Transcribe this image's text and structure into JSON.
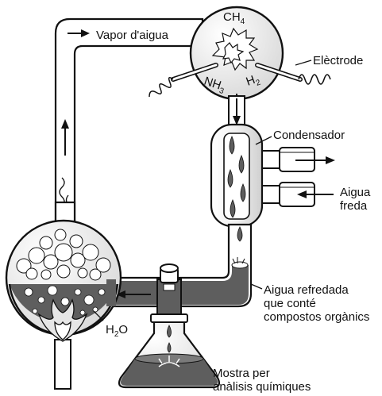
{
  "labels": {
    "vapor": "Vapor d'aigua",
    "ch4_main": "CH",
    "ch4_sub": "4",
    "nh3_main": "NH",
    "nh3_sub": "3",
    "h2_main": "H",
    "h2_sub": "2",
    "electrode": "Elèctrode",
    "condenser": "Condensador",
    "cold_water_line1": "Aigua",
    "cold_water_line2": "freda",
    "cooled_water_line1": "Aigua refredada",
    "cooled_water_line2": "que conté",
    "cooled_water_line3": "compostos orgànics",
    "h2o_main": "H",
    "h2o_sub": "2",
    "h2o_tail": "O",
    "sample_line1": "Mostra per",
    "sample_line2": "anàlisis químiques"
  },
  "colors": {
    "liquid": "#5e5e5e",
    "liquid_light": "#7a7a7a",
    "glass": "#ffffff",
    "stroke": "#111111",
    "flame": "#f4f4f4",
    "shade": "#d8d8d8"
  }
}
